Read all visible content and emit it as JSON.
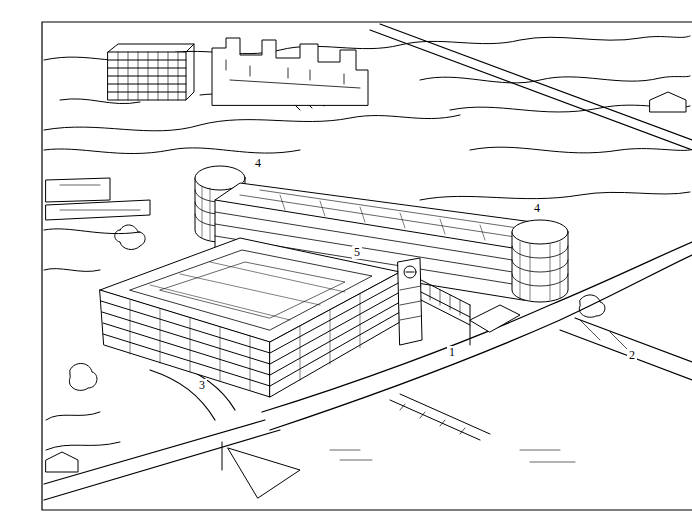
{
  "diagram": {
    "labels": [
      "4",
      "4",
      "5",
      "1",
      "2",
      "3"
    ]
  }
}
